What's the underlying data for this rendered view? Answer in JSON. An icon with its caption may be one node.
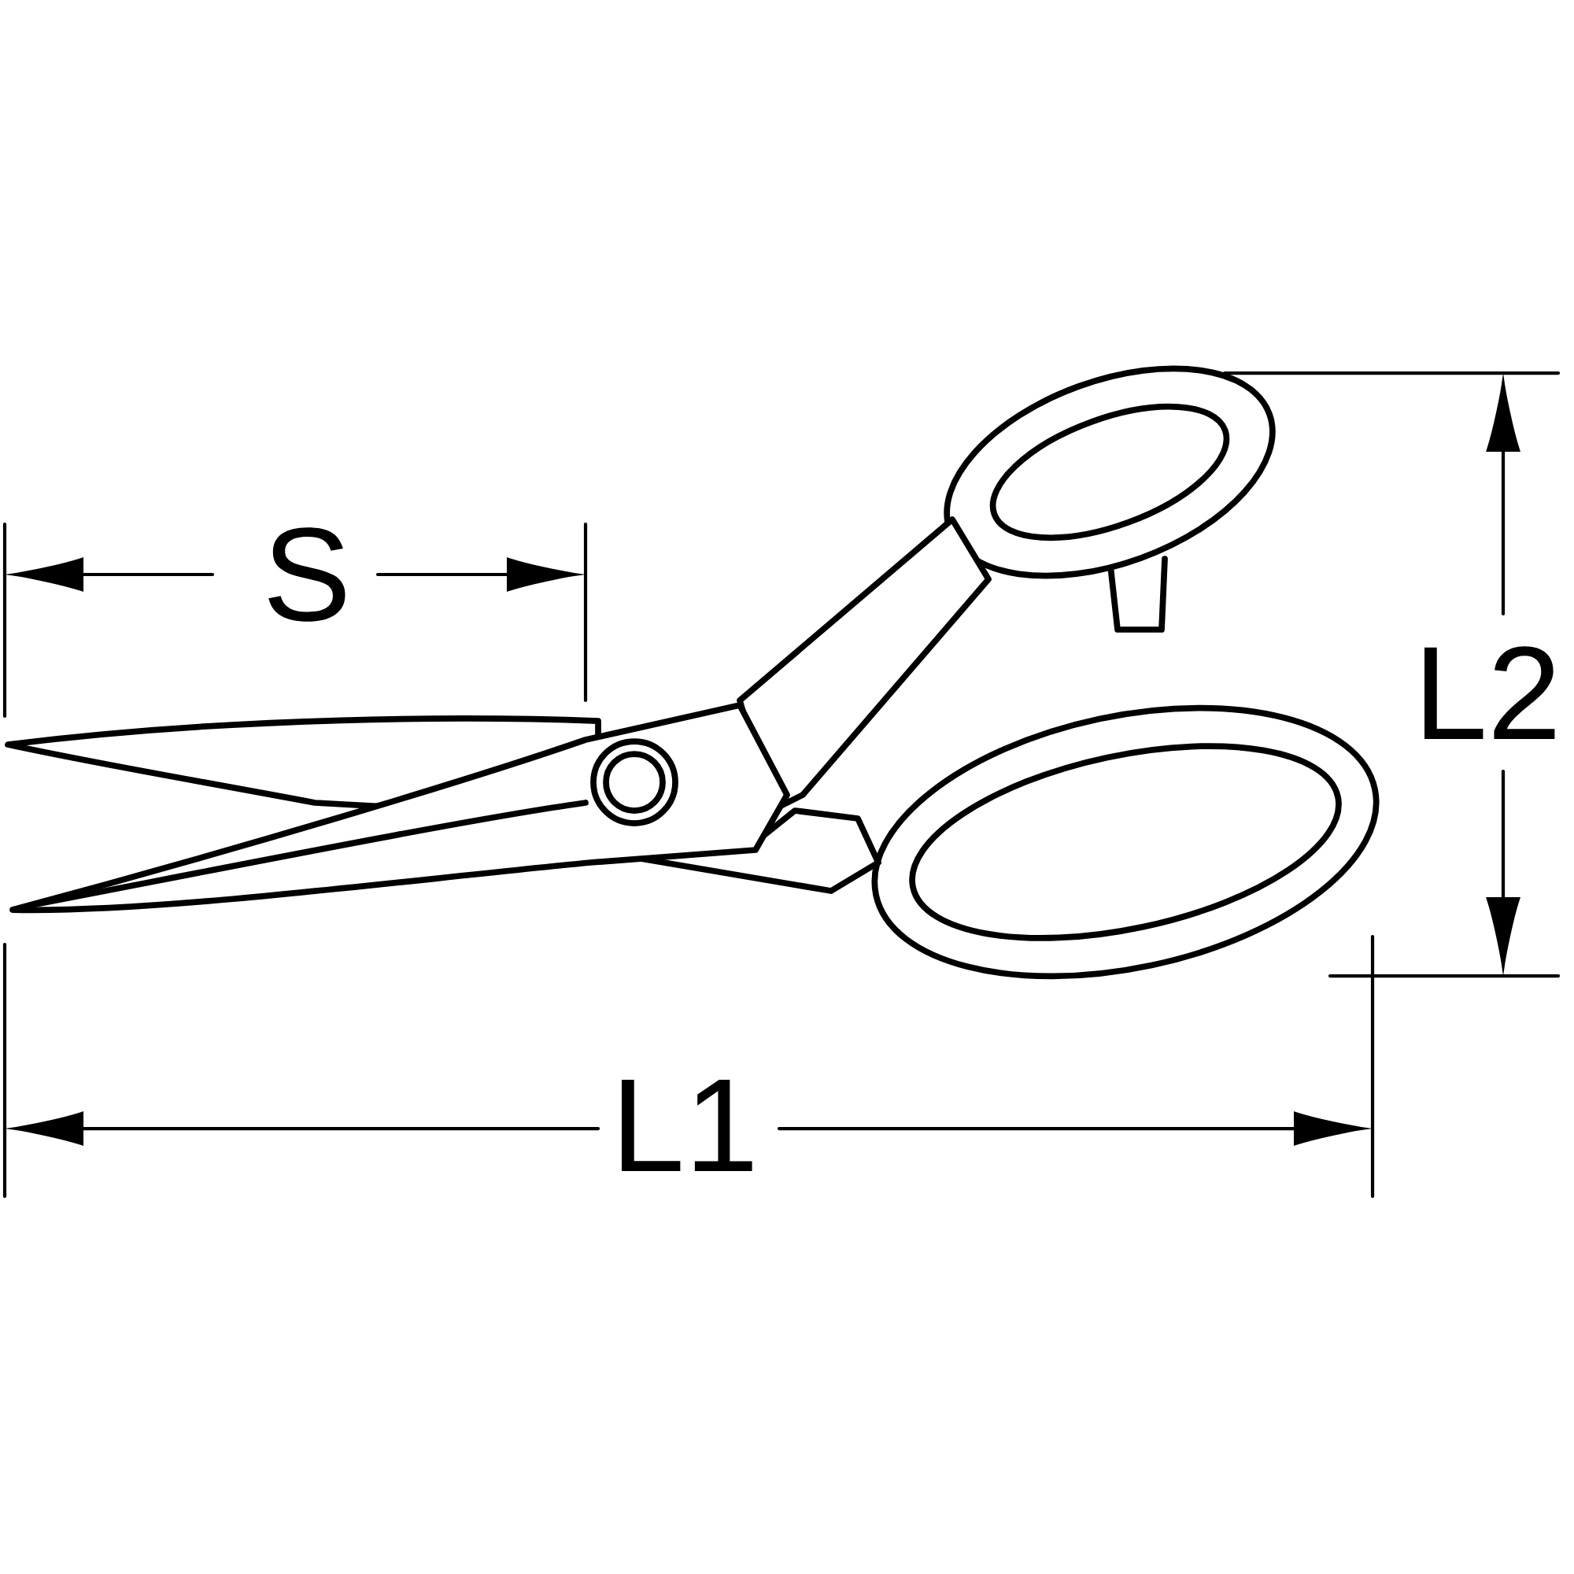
{
  "diagram": {
    "labels": [
      "S",
      "L2",
      "L1"
    ]
  }
}
